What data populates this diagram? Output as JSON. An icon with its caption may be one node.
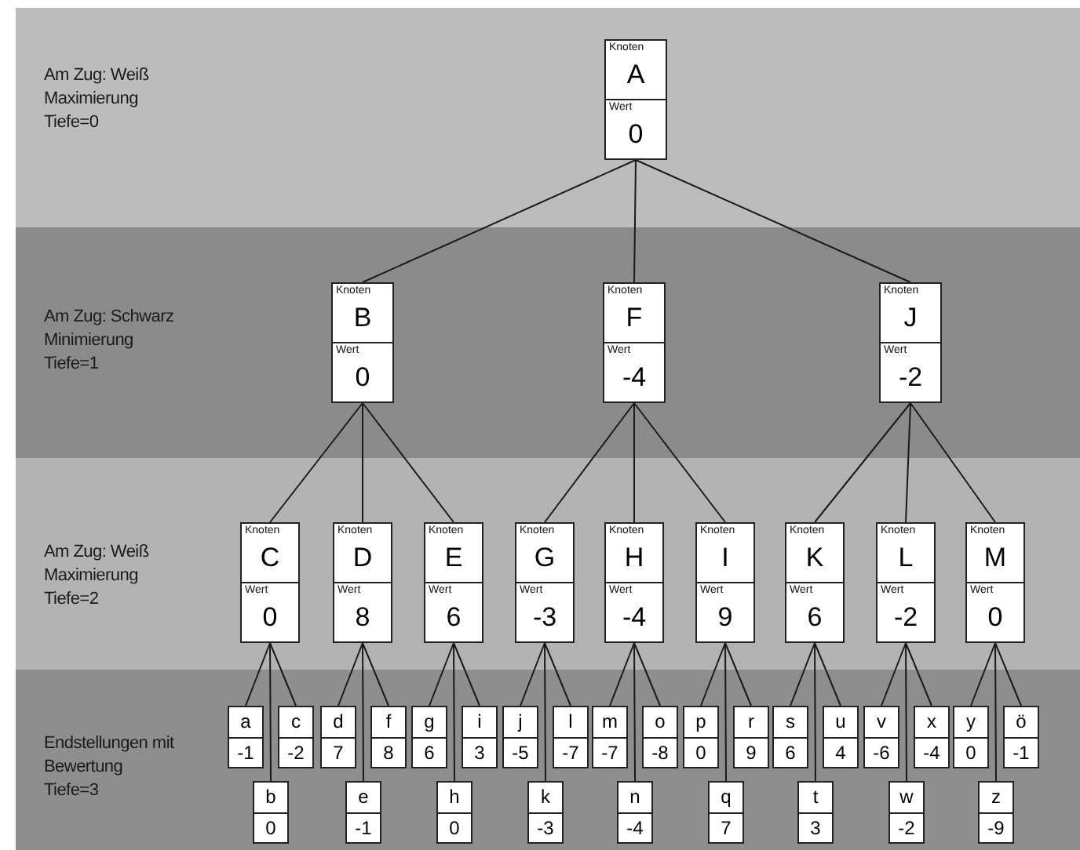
{
  "diagram": {
    "nodes": [
      {
        "text": [
          "Am Zug: Weiß",
          "Maximierung",
          "Tiefe=0"
        ]
      },
      {
        "text": [
          "Knoten",
          "A",
          "Wert",
          "0"
        ],
        "in": 0
      },
      {
        "text": [
          "Am Zug: Schwarz",
          "Minimierung",
          "Tiefe=1"
        ]
      },
      {
        "text": [
          "Knoten",
          "B",
          "Wert",
          "0"
        ],
        "in": 2
      },
      {
        "text": [
          "Knoten",
          "F",
          "Wert",
          "-4"
        ],
        "in": 2
      },
      {
        "text": [
          "Knoten",
          "J",
          "Wert",
          "-2"
        ],
        "in": 2
      },
      {
        "text": [
          "Am Zug: Weiß",
          "Maximierung",
          "Tiefe=2"
        ]
      },
      {
        "text": [
          "Knoten",
          "C",
          "Wert",
          "0"
        ],
        "in": 6
      },
      {
        "text": [
          "Knoten",
          "D",
          "Wert",
          "8"
        ],
        "in": 6
      },
      {
        "text": [
          "Knoten",
          "E",
          "Wert",
          "6"
        ],
        "in": 6
      },
      {
        "text": [
          "Knoten",
          "G",
          "Wert",
          "-3"
        ],
        "in": 6
      },
      {
        "text": [
          "Knoten",
          "H",
          "Wert",
          "-4"
        ],
        "in": 6
      },
      {
        "text": [
          "Knoten",
          "I",
          "Wert",
          "9"
        ],
        "in": 6
      },
      {
        "text": [
          "Knoten",
          "K",
          "Wert",
          "6"
        ],
        "in": 6
      },
      {
        "text": [
          "Knoten",
          "L",
          "Wert",
          "-2"
        ],
        "in": 6
      },
      {
        "text": [
          "Knoten",
          "M",
          "Wert",
          "0"
        ],
        "in": 6
      },
      {
        "text": [
          "Endstellungen mit Bewertung",
          "Tiefe=3"
        ]
      },
      {
        "text": [
          "a",
          "-1"
        ],
        "in": 16
      },
      {
        "text": [
          "b",
          "0"
        ],
        "in": 16
      },
      {
        "text": [
          "c",
          "-2"
        ],
        "in": 16
      },
      {
        "text": [
          "d",
          "7"
        ],
        "in": 16
      },
      {
        "text": [
          "e",
          "-1"
        ],
        "in": 16
      },
      {
        "text": [
          "f",
          "8"
        ],
        "in": 16
      },
      {
        "text": [
          "g",
          "6"
        ],
        "in": 16
      },
      {
        "text": [
          "h",
          "0"
        ],
        "in": 16
      },
      {
        "text": [
          "i",
          "3"
        ],
        "in": 16
      },
      {
        "text": [
          "j",
          "-5"
        ],
        "in": 16
      },
      {
        "text": [
          "k",
          "-3"
        ],
        "in": 16
      },
      {
        "text": [
          "l",
          "-7"
        ],
        "in": 16
      },
      {
        "text": [
          "m",
          "-7"
        ],
        "in": 16
      },
      {
        "text": [
          "n",
          "-4"
        ],
        "in": 16
      },
      {
        "text": [
          "o",
          "-8"
        ],
        "in": 16
      },
      {
        "text": [
          "p",
          "0"
        ],
        "in": 16
      },
      {
        "text": [
          "q",
          "7"
        ],
        "in": 16
      },
      {
        "text": [
          "r",
          "9"
        ],
        "in": 16
      },
      {
        "text": [
          "s",
          "6"
        ],
        "in": 16
      },
      {
        "text": [
          "t",
          "3"
        ],
        "in": 16
      },
      {
        "text": [
          "u",
          "4"
        ],
        "in": 16
      },
      {
        "text": [
          "v",
          "-6"
        ],
        "in": 16
      },
      {
        "text": [
          "w",
          "-2"
        ],
        "in": 16
      },
      {
        "text": [
          "x",
          "-4"
        ],
        "in": 16
      },
      {
        "text": [
          "y",
          "0"
        ],
        "in": 16
      },
      {
        "text": [
          "z",
          "-9"
        ],
        "in": 16
      },
      {
        "text": [
          "ö",
          "-1"
        ],
        "in": 16
      }
    ],
    "edges": [
      {
        "from": 1,
        "to": 3,
        "arrow": "none"
      },
      {
        "from": 1,
        "to": 4,
        "arrow": "none"
      },
      {
        "from": 1,
        "to": 5,
        "arrow": "none"
      },
      {
        "from": 3,
        "to": 7,
        "arrow": "none"
      },
      {
        "from": 3,
        "to": 8,
        "arrow": "none"
      },
      {
        "from": 3,
        "to": 9,
        "arrow": "none"
      },
      {
        "from": 4,
        "to": 10,
        "arrow": "none"
      },
      {
        "from": 4,
        "to": 11,
        "arrow": "none"
      },
      {
        "from": 4,
        "to": 12,
        "arrow": "none"
      },
      {
        "from": 5,
        "to": 13,
        "arrow": "none"
      },
      {
        "from": 5,
        "to": 14,
        "arrow": "none"
      },
      {
        "from": 5,
        "to": 15,
        "arrow": "none"
      },
      {
        "from": 7,
        "to": 17,
        "arrow": "none"
      },
      {
        "from": 7,
        "to": 18,
        "arrow": "none"
      },
      {
        "from": 7,
        "to": 19,
        "arrow": "none"
      },
      {
        "from": 8,
        "to": 20,
        "arrow": "none"
      },
      {
        "from": 8,
        "to": 21,
        "arrow": "none"
      },
      {
        "from": 8,
        "to": 22,
        "arrow": "none"
      },
      {
        "from": 9,
        "to": 23,
        "arrow": "none"
      },
      {
        "from": 9,
        "to": 24,
        "arrow": "none"
      },
      {
        "from": 9,
        "to": 25,
        "arrow": "none"
      },
      {
        "from": 10,
        "to": 26,
        "arrow": "none"
      },
      {
        "from": 10,
        "to": 27,
        "arrow": "none"
      },
      {
        "from": 10,
        "to": 28,
        "arrow": "none"
      },
      {
        "from": 11,
        "to": 29,
        "arrow": "none"
      },
      {
        "from": 11,
        "to": 30,
        "arrow": "none"
      },
      {
        "from": 11,
        "to": 31,
        "arrow": "none"
      },
      {
        "from": 12,
        "to": 32,
        "arrow": "none"
      },
      {
        "from": 12,
        "to": 33,
        "arrow": "none"
      },
      {
        "from": 12,
        "to": 34,
        "arrow": "none"
      },
      {
        "from": 13,
        "to": 35,
        "arrow": "none"
      },
      {
        "from": 13,
        "to": 36,
        "arrow": "none"
      },
      {
        "from": 13,
        "to": 37,
        "arrow": "none"
      },
      {
        "from": 14,
        "to": 38,
        "arrow": "none"
      },
      {
        "from": 14,
        "to": 39,
        "arrow": "none"
      },
      {
        "from": 14,
        "to": 40,
        "arrow": "none"
      },
      {
        "from": 15,
        "to": 41,
        "arrow": "none"
      },
      {
        "from": 15,
        "to": 42,
        "arrow": "none"
      },
      {
        "from": 15,
        "to": 43,
        "arrow": "none"
      }
    ]
  }
}
